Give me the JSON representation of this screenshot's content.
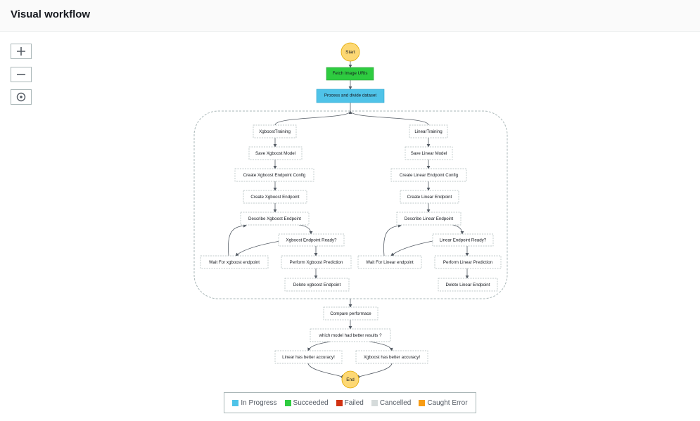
{
  "header": {
    "title": "Visual workflow"
  },
  "controls": {
    "zoom_in_icon": "plus-icon",
    "zoom_out_icon": "minus-icon",
    "center_icon": "target-icon"
  },
  "workflow": {
    "start": "Start",
    "end": "End",
    "fetch": "Fetch Image URIs",
    "process": "Process and divide dataset",
    "xgb": {
      "training": "XgboostTraining",
      "save": "Save Xgboost Model",
      "config": "Create Xgboost Endpoint Config",
      "create": "Create Xgboost Endpoint",
      "describe": "Describe Xgboost Endpoint",
      "ready": "Xgboost Endpoint Ready?",
      "wait": "Wait For xgboost endpoint",
      "predict": "Perform Xgboost Prediction",
      "delete": "Delete xgboost Endpoint"
    },
    "lin": {
      "training": "LinearTraining",
      "save": "Save Linear Model",
      "config": "Create Linear Endpoint Config",
      "create": "Create Linear Endpoint",
      "describe": "Describe Linear Endpoint",
      "ready": "Linear Endpoint Ready?",
      "wait": "Wait For Linear endpoint",
      "predict": "Perform Linear Prediction",
      "delete": "Delete Linear Endpoint"
    },
    "compare": "Compare performace",
    "which": "which model had better results ?",
    "linear_better": "Linear has better accuracy!",
    "xgb_better": "Xgboost has better accuracy!"
  },
  "legend": {
    "items": [
      {
        "label": "In Progress",
        "color": "#4fc3e8"
      },
      {
        "label": "Succeeded",
        "color": "#2ecc40"
      },
      {
        "label": "Failed",
        "color": "#d13212"
      },
      {
        "label": "Cancelled",
        "color": "#d5dbdb"
      },
      {
        "label": "Caught Error",
        "color": "#f89c14"
      }
    ]
  },
  "colors": {
    "start_end": "#fdd874",
    "succeeded": "#2ecc40",
    "in_progress": "#4fc3e8"
  }
}
